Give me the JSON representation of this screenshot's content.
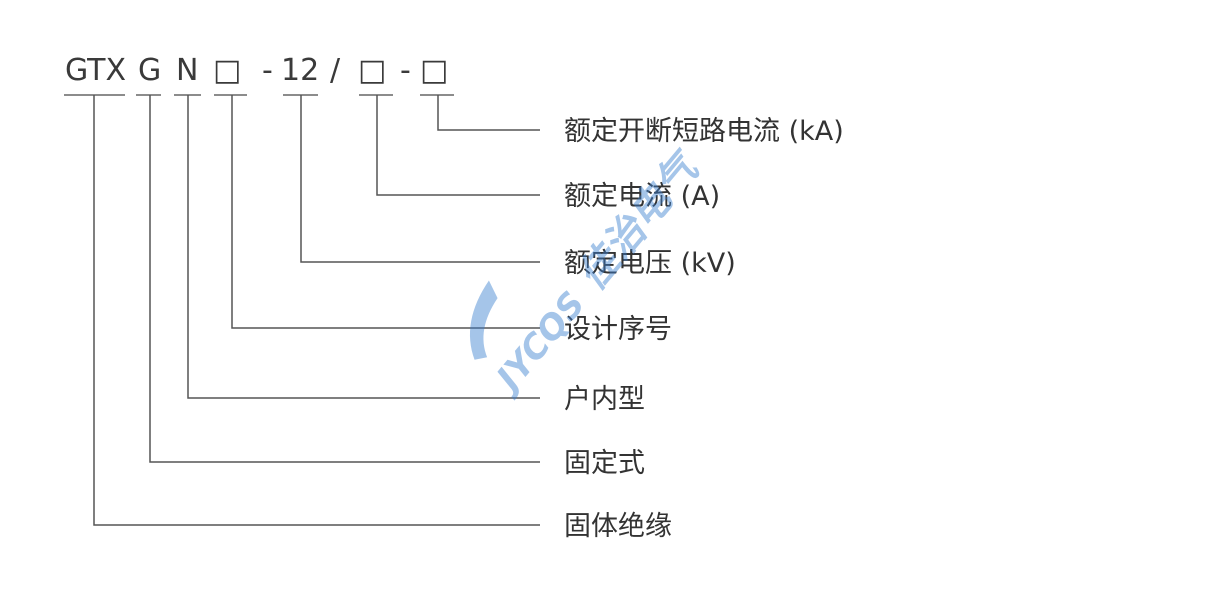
{
  "code": {
    "gtx": "GTX",
    "g": "G",
    "n": "N",
    "box1": "□",
    "dash1": "-",
    "voltage": "12",
    "slash": "/",
    "box2": "□",
    "dash2": "-",
    "box3": "□"
  },
  "labels": {
    "breaking_current": "额定开断短路电流 (kA)",
    "rated_current": "额定电流 (A)",
    "rated_voltage": "额定电压 (kV)",
    "design_serial": "设计序号",
    "indoor": "户内型",
    "fixed": "固定式",
    "solid_insulation": "固体绝缘"
  },
  "watermark": {
    "brand_text": "佳治电气",
    "logo_text": "JYCQS",
    "color": "#3a7fd0"
  },
  "colors": {
    "line": "#555555",
    "text": "#333333"
  }
}
